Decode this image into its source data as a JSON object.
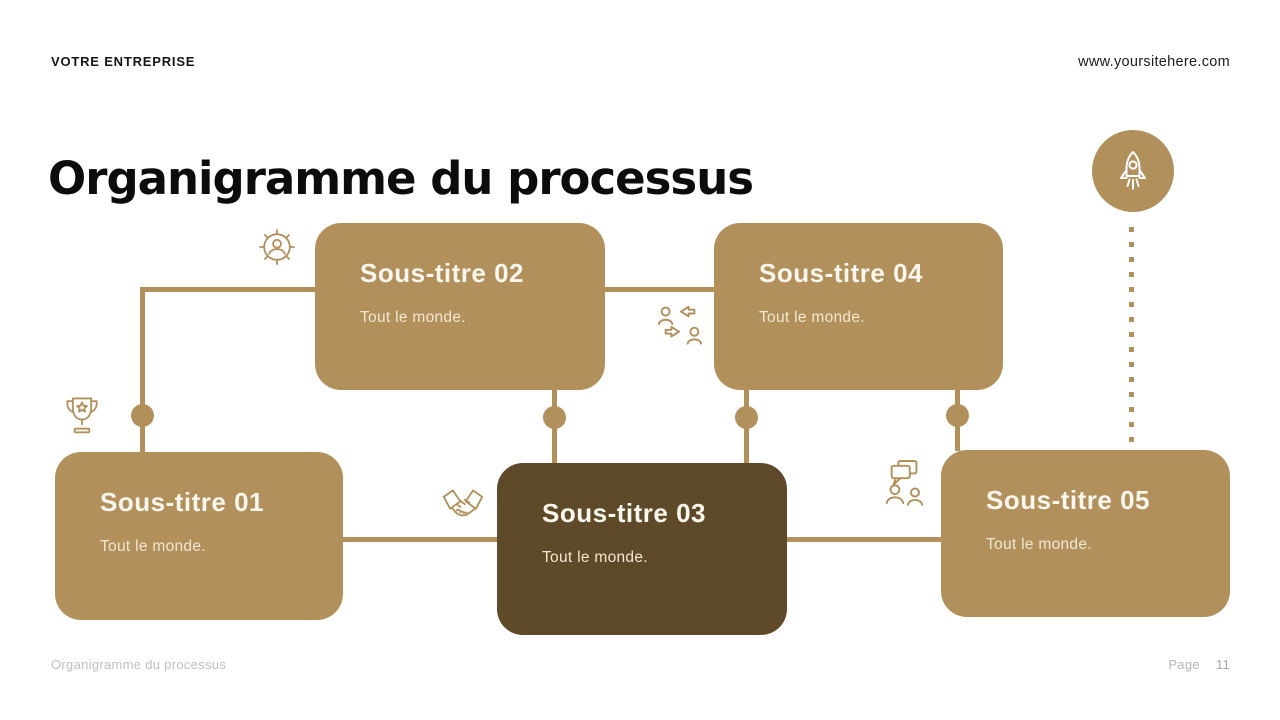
{
  "header": {
    "brand": "VOTRE ENTREPRISE",
    "website": "www.yoursitehere.com"
  },
  "title": "Organigramme du processus",
  "boxes": [
    {
      "id": "01",
      "title": "Sous-titre 01",
      "subtitle": "Tout le monde.",
      "variant": "gold",
      "icon": "trophy-icon"
    },
    {
      "id": "02",
      "title": "Sous-titre 02",
      "subtitle": "Tout le monde.",
      "variant": "gold",
      "icon": "user-gear-icon"
    },
    {
      "id": "03",
      "title": "Sous-titre 03",
      "subtitle": "Tout le monde.",
      "variant": "dark",
      "icon": "handshake-icon"
    },
    {
      "id": "04",
      "title": "Sous-titre 04",
      "subtitle": "Tout le monde.",
      "variant": "gold",
      "icon": "users-exchange-icon"
    },
    {
      "id": "05",
      "title": "Sous-titre 05",
      "subtitle": "Tout le monde.",
      "variant": "gold",
      "icon": "users-chat-icon"
    }
  ],
  "badge_icon": "rocket-icon",
  "footer": {
    "left_text": "Organigramme du processus",
    "page_label": "Page",
    "page_number": "11"
  },
  "colors": {
    "accent_gold": "#b2905c",
    "accent_dark_brown": "#5e4a29",
    "title_text": "#0c0c0c",
    "box_title_text": "#fbf7ee",
    "box_subtitle_text": "#f1e7d2",
    "footer_text": "#bfbfbf",
    "background": "#ffffff"
  }
}
